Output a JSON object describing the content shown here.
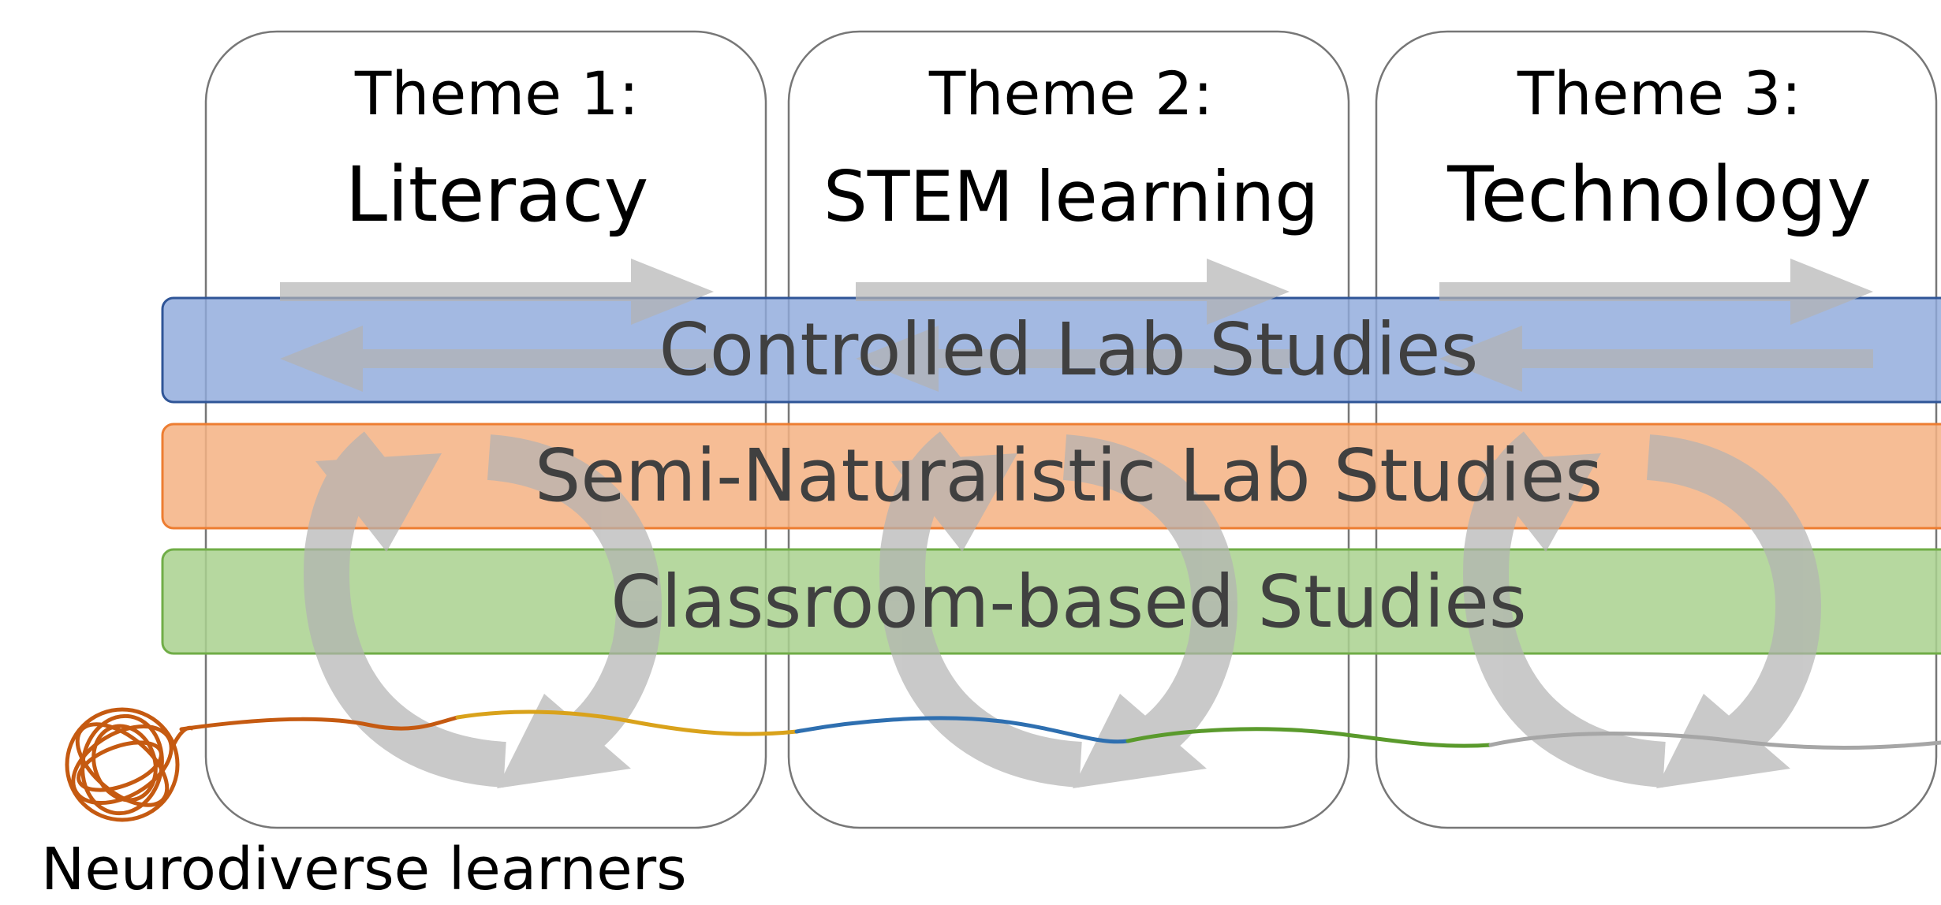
{
  "themes": [
    {
      "prefix": "Theme 1:",
      "name": "Literacy"
    },
    {
      "prefix": "Theme 2:",
      "name": "STEM learning"
    },
    {
      "prefix": "Theme 3:",
      "name": "Technology"
    }
  ],
  "bands": [
    {
      "label": "Controlled Lab Studies",
      "fill": "#8faadc",
      "stroke": "#2f5597"
    },
    {
      "label": "Semi-Naturalistic Lab Studies",
      "fill": "#f4b183",
      "stroke": "#ed7d31"
    },
    {
      "label": "Classroom-based Studies",
      "fill": "#a9d18e",
      "stroke": "#70ad47"
    }
  ],
  "caption": "Neurodiverse learners",
  "colors": {
    "box_stroke": "#777777",
    "arrow_gray": "#c9c9c9",
    "band_text": "#404040",
    "yarn_ball": "#c55a11",
    "thread_segments": [
      "#c55a11",
      "#d9a21b",
      "#2e6fb0",
      "#5a9a2c",
      "#a6a6a6"
    ]
  }
}
